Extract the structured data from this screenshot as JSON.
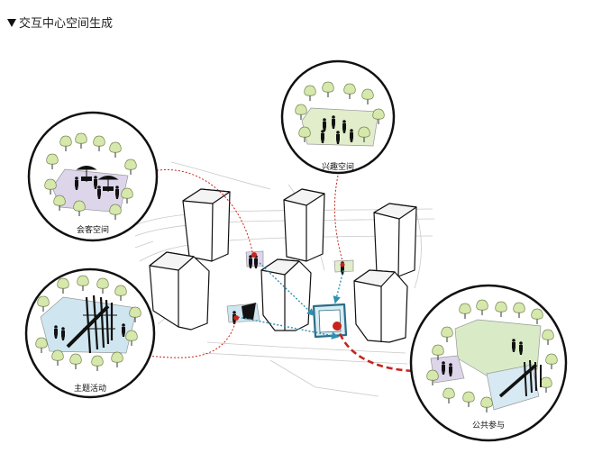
{
  "page": {
    "title": "▼交互中心空间生成"
  },
  "labels": {
    "meeting": "会客空间",
    "interest": "兴趣空间",
    "theme": "主题活动",
    "public": "公共参与"
  },
  "colors": {
    "meeting_fill": "#ddd5ea",
    "interest_fill": "#e1edcb",
    "theme_fill": "#cfe6f0",
    "public_fill": "#d9ebc6",
    "public_fill_2": "#d7e9f2",
    "trees": "#d7e8ad",
    "red_path": "#c8241c",
    "blue_path": "#2f8fb4",
    "building_stroke": "#111111"
  },
  "icons": {
    "tree": "tree-icon",
    "person": "person-icon",
    "umbrella": "umbrella-icon",
    "play_structure": "play-structure-icon",
    "marker": "location-marker-icon"
  }
}
